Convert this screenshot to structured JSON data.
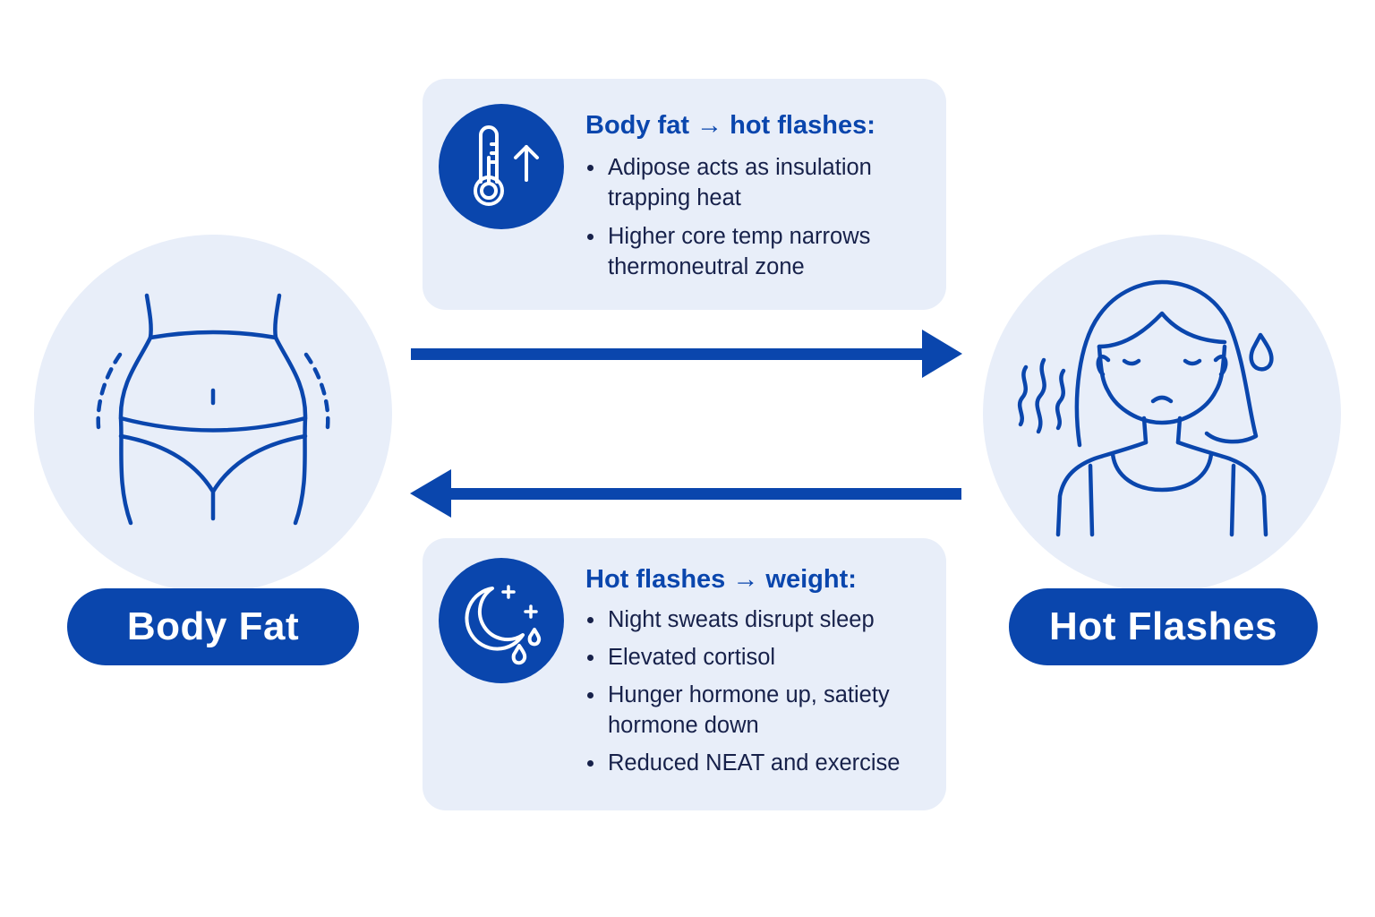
{
  "colors": {
    "primary": "#0a46ad",
    "circle_bg": "#e8eef9",
    "card_bg": "#e8eef9",
    "text_dark": "#17214a",
    "white": "#ffffff"
  },
  "nodes": {
    "left": {
      "label": "Body Fat",
      "icon": "torso-waist-icon"
    },
    "right": {
      "label": "Hot Flashes",
      "icon": "sweating-woman-icon"
    }
  },
  "cards": {
    "top": {
      "icon": "thermometer-rising-icon",
      "title": "Body fat → hot flashes:",
      "items": [
        "Adipose acts as insulation trapping heat",
        "Higher core temp narrows thermoneutral zone"
      ]
    },
    "bottom": {
      "icon": "moon-sweat-drops-icon",
      "title": "Hot flashes → weight:",
      "items": [
        "Night sweats disrupt sleep",
        "Elevated cortisol",
        "Hunger hormone up, satiety hormone down",
        "Reduced NEAT and exercise"
      ]
    }
  },
  "arrows": {
    "top": {
      "direction": "right",
      "from": "Body Fat",
      "to": "Hot Flashes"
    },
    "bottom": {
      "direction": "left",
      "from": "Hot Flashes",
      "to": "Body Fat"
    }
  }
}
